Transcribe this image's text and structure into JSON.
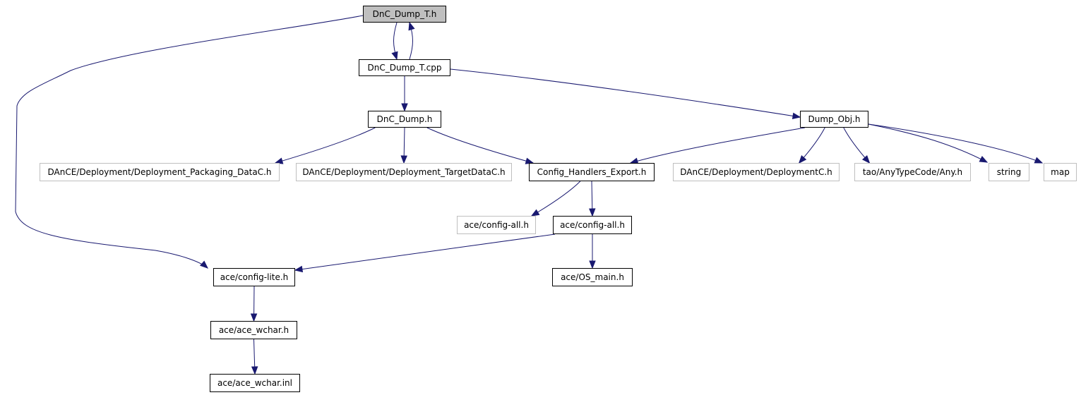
{
  "diagram": {
    "colors": {
      "edge": "#191970",
      "node_border": "#000000",
      "external_border": "#bfbfbf",
      "focus_fill": "#bfbfbf",
      "background": "#ffffff"
    },
    "nodes": [
      {
        "id": "dnc_dump_t_h",
        "label": "DnC_Dump_T.h",
        "kind": "focus"
      },
      {
        "id": "dnc_dump_t_cpp",
        "label": "DnC_Dump_T.cpp",
        "kind": "file"
      },
      {
        "id": "dnc_dump_h",
        "label": "DnC_Dump.h",
        "kind": "file"
      },
      {
        "id": "dump_obj_h",
        "label": "Dump_Obj.h",
        "kind": "file"
      },
      {
        "id": "deployment_packaging",
        "label": "DAnCE/Deployment/Deployment_Packaging_DataC.h",
        "kind": "external"
      },
      {
        "id": "deployment_target",
        "label": "DAnCE/Deployment/Deployment_TargetDataC.h",
        "kind": "external"
      },
      {
        "id": "config_handlers_export",
        "label": "Config_Handlers_Export.h",
        "kind": "file"
      },
      {
        "id": "deploymentc",
        "label": "DAnCE/Deployment/DeploymentC.h",
        "kind": "external"
      },
      {
        "id": "any_h",
        "label": "tao/AnyTypeCode/Any.h",
        "kind": "external"
      },
      {
        "id": "string",
        "label": "string",
        "kind": "external"
      },
      {
        "id": "map",
        "label": "map",
        "kind": "external"
      },
      {
        "id": "config_all_ext",
        "label": "ace/config-all.h",
        "kind": "external"
      },
      {
        "id": "config_all",
        "label": "ace/config-all.h",
        "kind": "file"
      },
      {
        "id": "config_lite",
        "label": "ace/config-lite.h",
        "kind": "file"
      },
      {
        "id": "os_main",
        "label": "ace/OS_main.h",
        "kind": "file"
      },
      {
        "id": "ace_wchar_h",
        "label": "ace/ace_wchar.h",
        "kind": "file"
      },
      {
        "id": "ace_wchar_inl",
        "label": "ace/ace_wchar.inl",
        "kind": "file"
      }
    ],
    "edges": [
      {
        "from": "dnc_dump_t_h",
        "to": "dnc_dump_t_cpp"
      },
      {
        "from": "dnc_dump_t_cpp",
        "to": "dnc_dump_t_h"
      },
      {
        "from": "dnc_dump_t_h",
        "to": "config_lite"
      },
      {
        "from": "dnc_dump_t_cpp",
        "to": "dnc_dump_h"
      },
      {
        "from": "dnc_dump_t_cpp",
        "to": "dump_obj_h"
      },
      {
        "from": "dnc_dump_h",
        "to": "deployment_packaging"
      },
      {
        "from": "dnc_dump_h",
        "to": "deployment_target"
      },
      {
        "from": "dnc_dump_h",
        "to": "config_handlers_export"
      },
      {
        "from": "dump_obj_h",
        "to": "config_handlers_export"
      },
      {
        "from": "dump_obj_h",
        "to": "deploymentc"
      },
      {
        "from": "dump_obj_h",
        "to": "any_h"
      },
      {
        "from": "dump_obj_h",
        "to": "string"
      },
      {
        "from": "dump_obj_h",
        "to": "map"
      },
      {
        "from": "config_handlers_export",
        "to": "config_all_ext"
      },
      {
        "from": "config_handlers_export",
        "to": "config_all"
      },
      {
        "from": "config_all",
        "to": "config_lite"
      },
      {
        "from": "config_all",
        "to": "os_main"
      },
      {
        "from": "config_lite",
        "to": "ace_wchar_h"
      },
      {
        "from": "ace_wchar_h",
        "to": "ace_wchar_inl"
      }
    ]
  }
}
